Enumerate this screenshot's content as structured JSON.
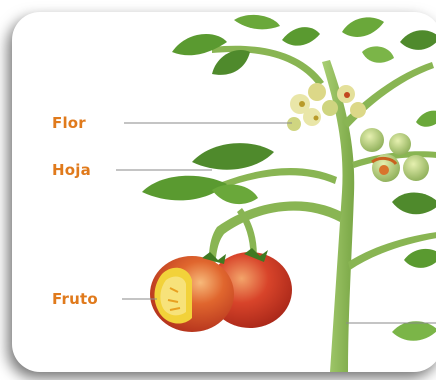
{
  "diagram": {
    "labels": {
      "flower": "Flor",
      "leaf": "Hoja",
      "fruit": "Fruto"
    },
    "colors": {
      "label": "#e07a1c",
      "stem": "#8fb85a",
      "leaf": "#4f8a2c",
      "fruit": "#d8442a",
      "fruit_inside": "#f2d23a",
      "flower": "#e9e6a8"
    }
  }
}
